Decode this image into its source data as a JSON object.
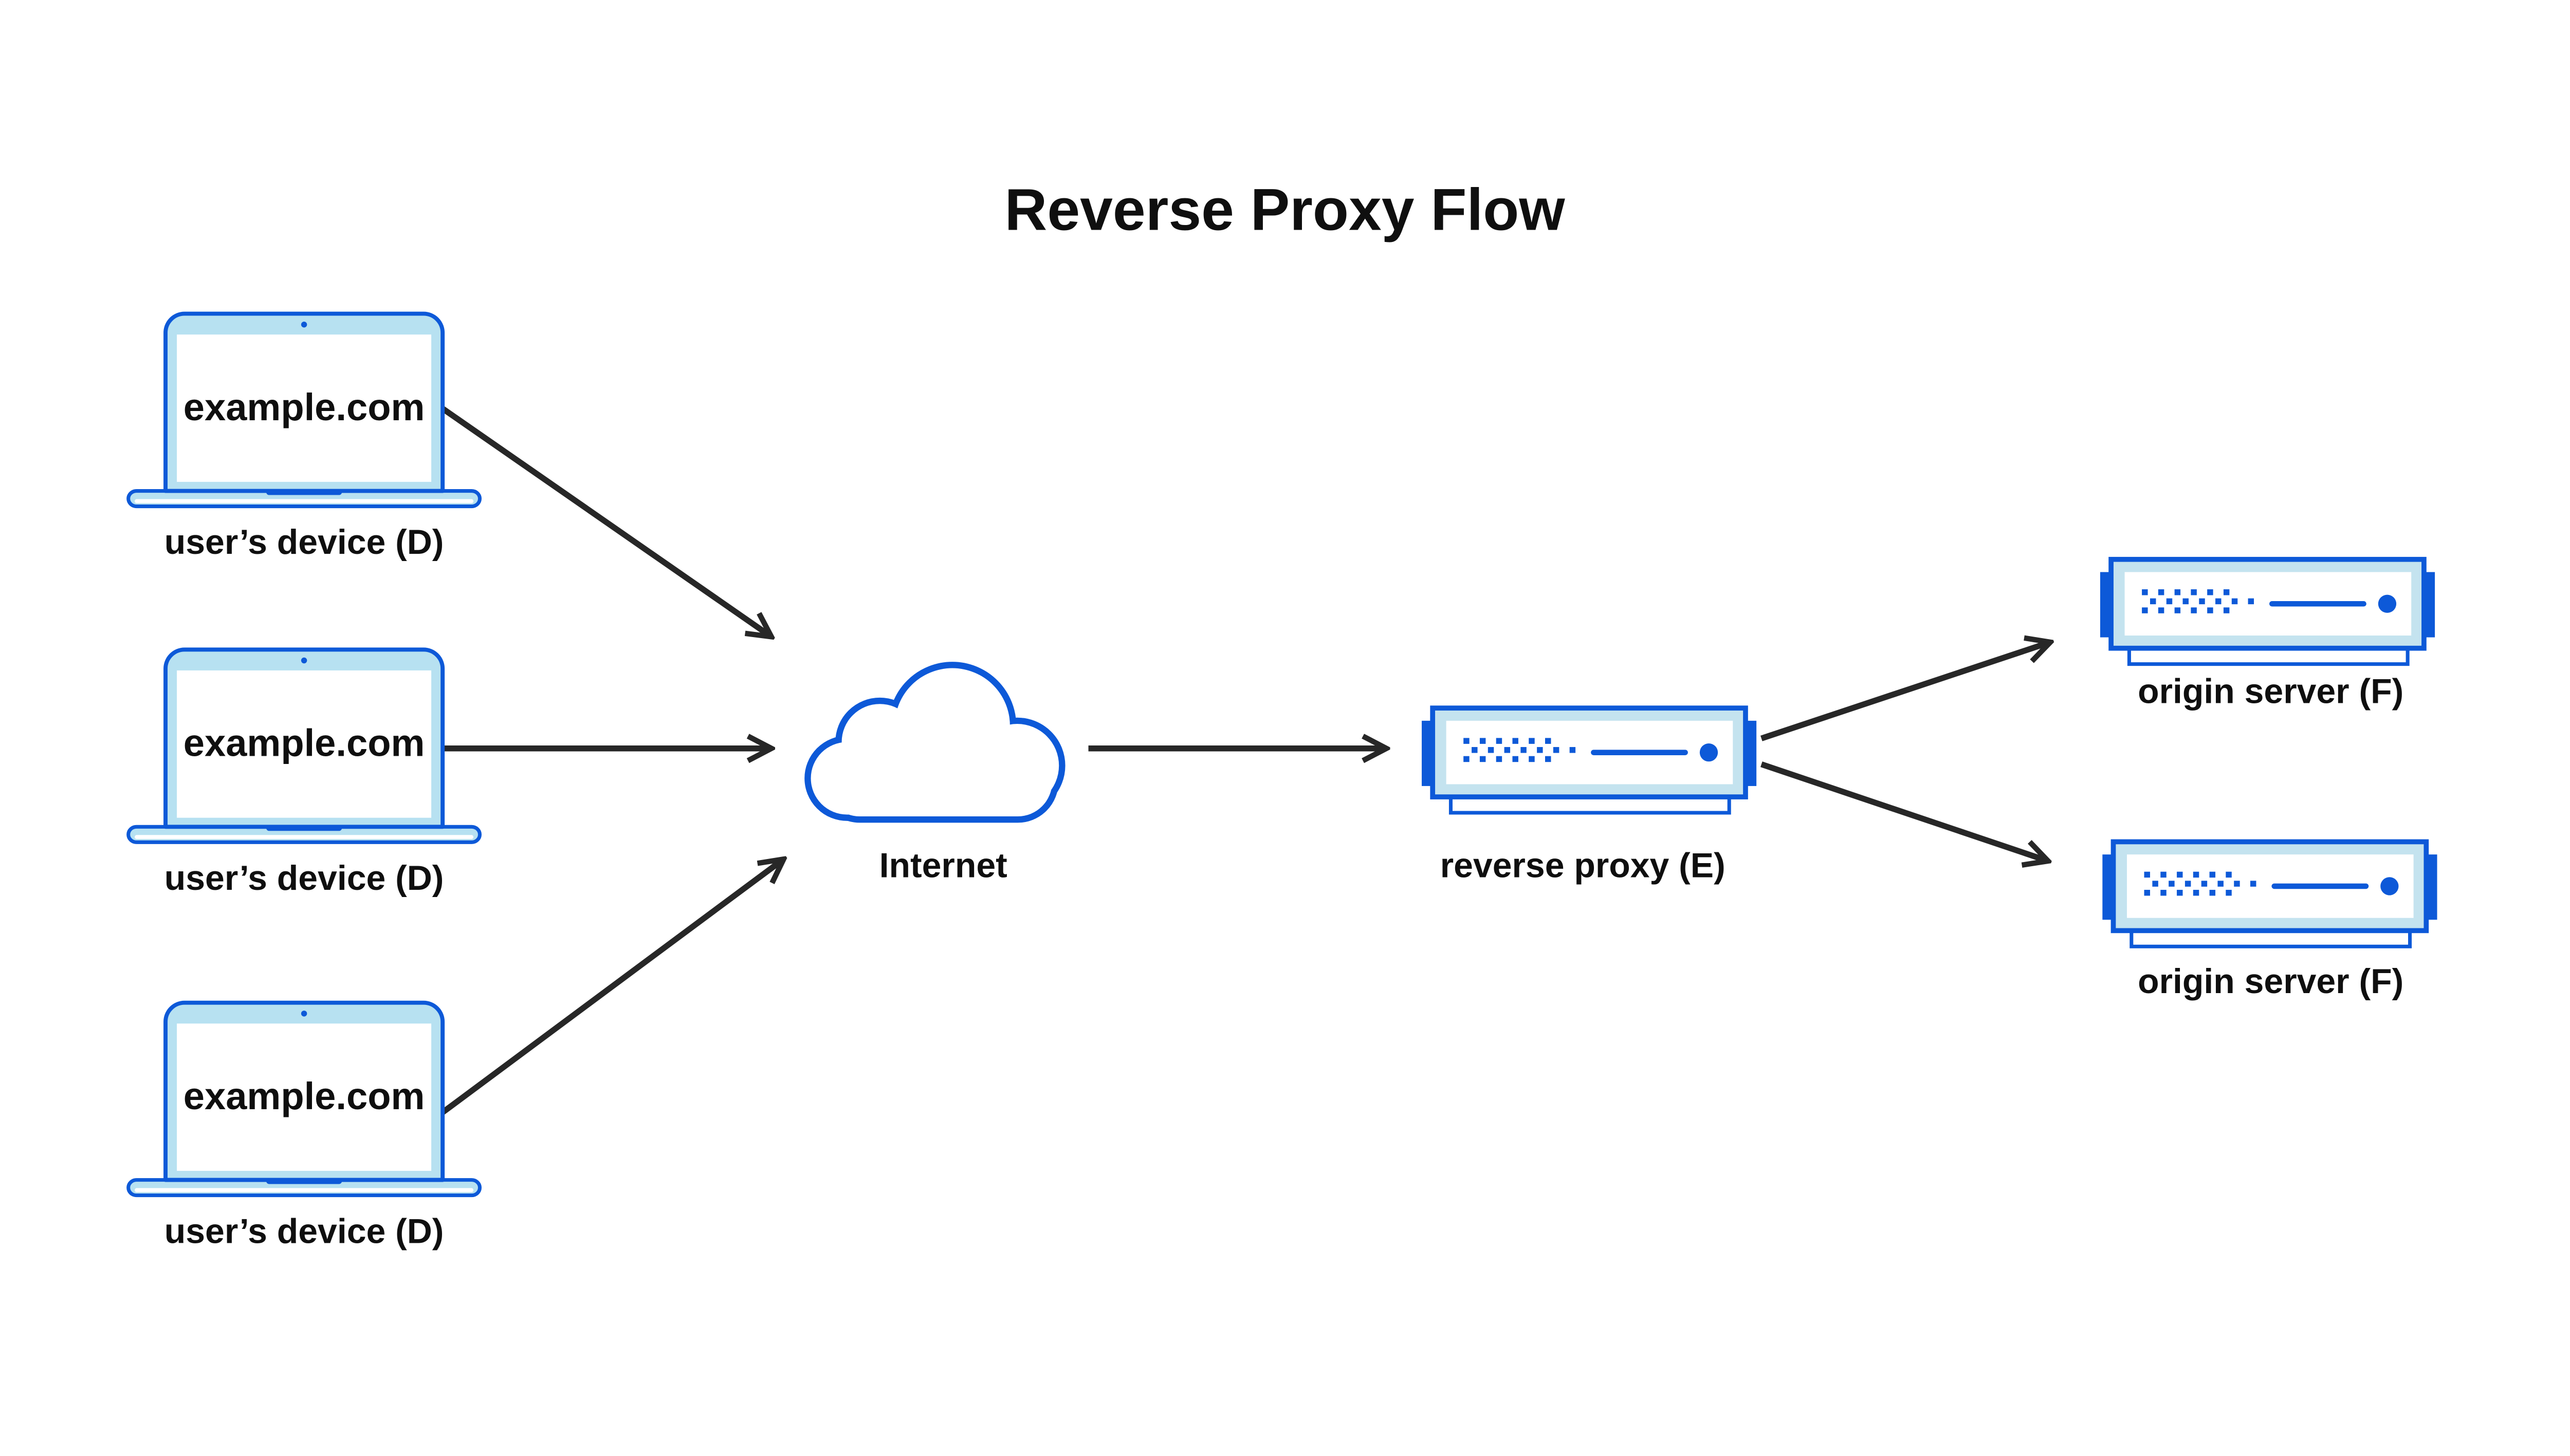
{
  "title": "Reverse Proxy Flow",
  "colors": {
    "blue": "#0d59d8",
    "device-fill": "#b7e1f1",
    "server-fill": "#c4e3ef",
    "arrow": "#272727",
    "ink": "#0f0f0f",
    "bg": "#ffffff"
  },
  "devices": [
    {
      "screen_text": "example.com",
      "label": "user’s device (D)"
    },
    {
      "screen_text": "example.com",
      "label": "user’s device (D)"
    },
    {
      "screen_text": "example.com",
      "label": "user’s device (D)"
    }
  ],
  "internet": {
    "label": "Internet"
  },
  "reverse_proxy": {
    "label": "reverse proxy (E)"
  },
  "origin_servers": [
    {
      "label": "origin server (F)"
    },
    {
      "label": "origin server (F)"
    }
  ],
  "icons": {
    "device": "laptop-icon",
    "internet": "cloud-icon",
    "reverse_proxy": "server-icon",
    "origin_server": "server-icon",
    "connector": "arrow-icon"
  }
}
